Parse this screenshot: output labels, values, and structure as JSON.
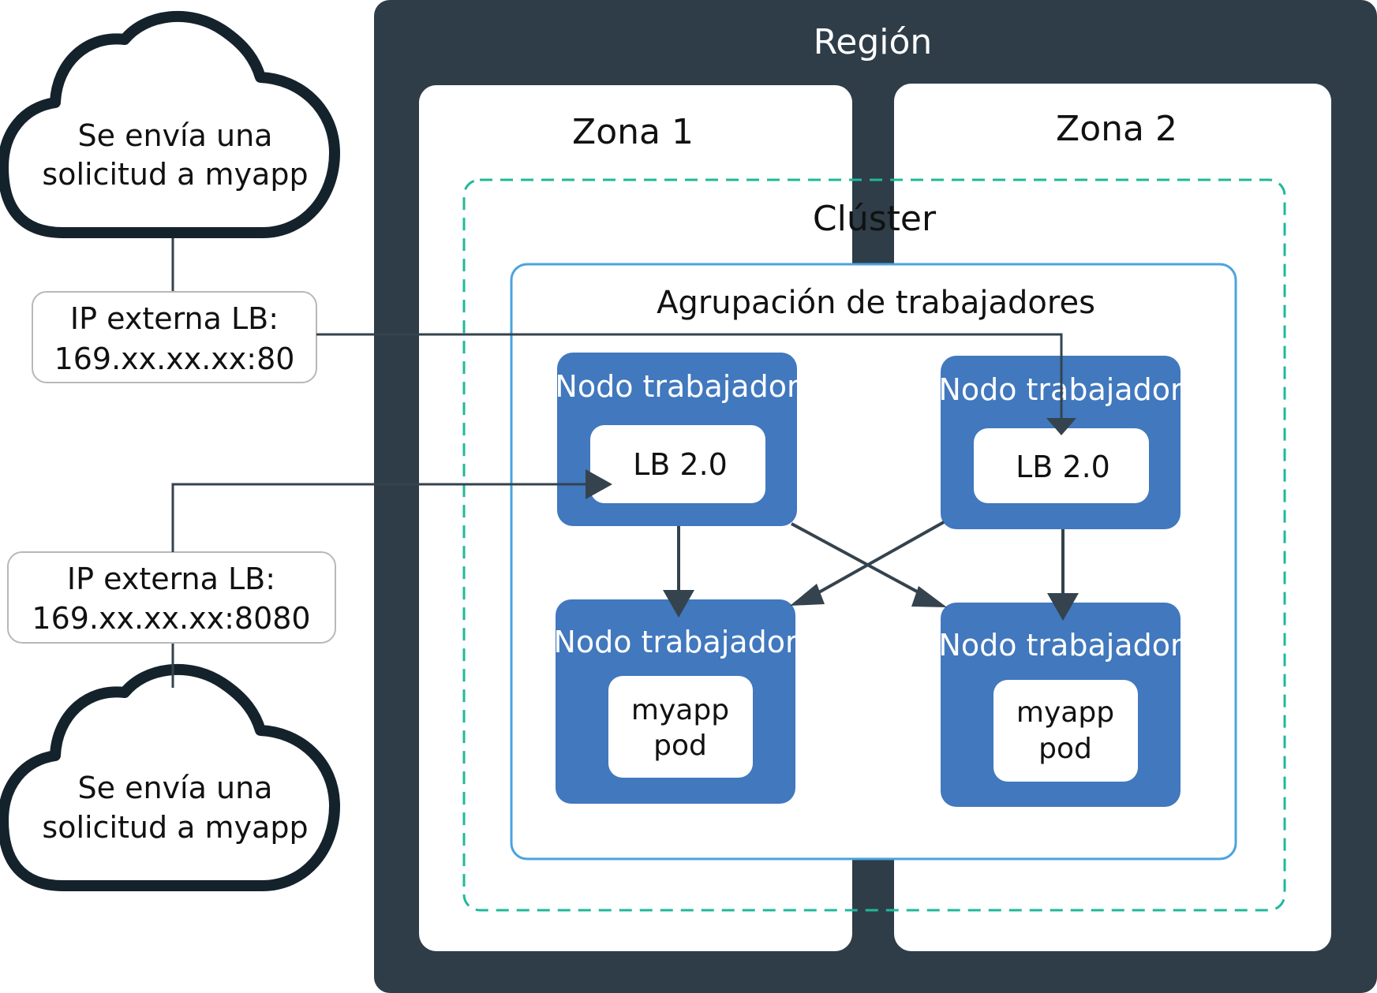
{
  "region": {
    "label": "Región"
  },
  "zones": [
    {
      "label": "Zona 1"
    },
    {
      "label": "Zona 2"
    }
  ],
  "cluster": {
    "label": "Clúster"
  },
  "worker_pool": {
    "label": "Agrupación de trabajadores"
  },
  "nodes": {
    "top_left": {
      "label": "Nodo trabajador",
      "inner": "LB 2.0"
    },
    "top_right": {
      "label": "Nodo trabajador",
      "inner": "LB 2.0"
    },
    "bottom_left": {
      "label": "Nodo trabajador",
      "inner_line1": "myapp",
      "inner_line2": "pod"
    },
    "bottom_right": {
      "label": "Nodo trabajador",
      "inner_line1": "myapp",
      "inner_line2": "pod"
    }
  },
  "clouds": {
    "top": {
      "line1": "Se envía una",
      "line2": "solicitud a myapp"
    },
    "bottom": {
      "line1": "Se envía una",
      "line2": "solicitud a myapp"
    }
  },
  "ip_boxes": {
    "top": {
      "line1": "IP externa LB:",
      "line2": "169.xx.xx.xx:80"
    },
    "bottom": {
      "line1": "IP externa LB:",
      "line2": "169.xx.xx.xx:8080"
    }
  },
  "colors": {
    "region": "#2e3d48",
    "node": "#4178be",
    "cluster_border": "#1fb89a",
    "pool_border": "#4aa3df",
    "line": "#34434d",
    "cloud": "#14222c"
  }
}
